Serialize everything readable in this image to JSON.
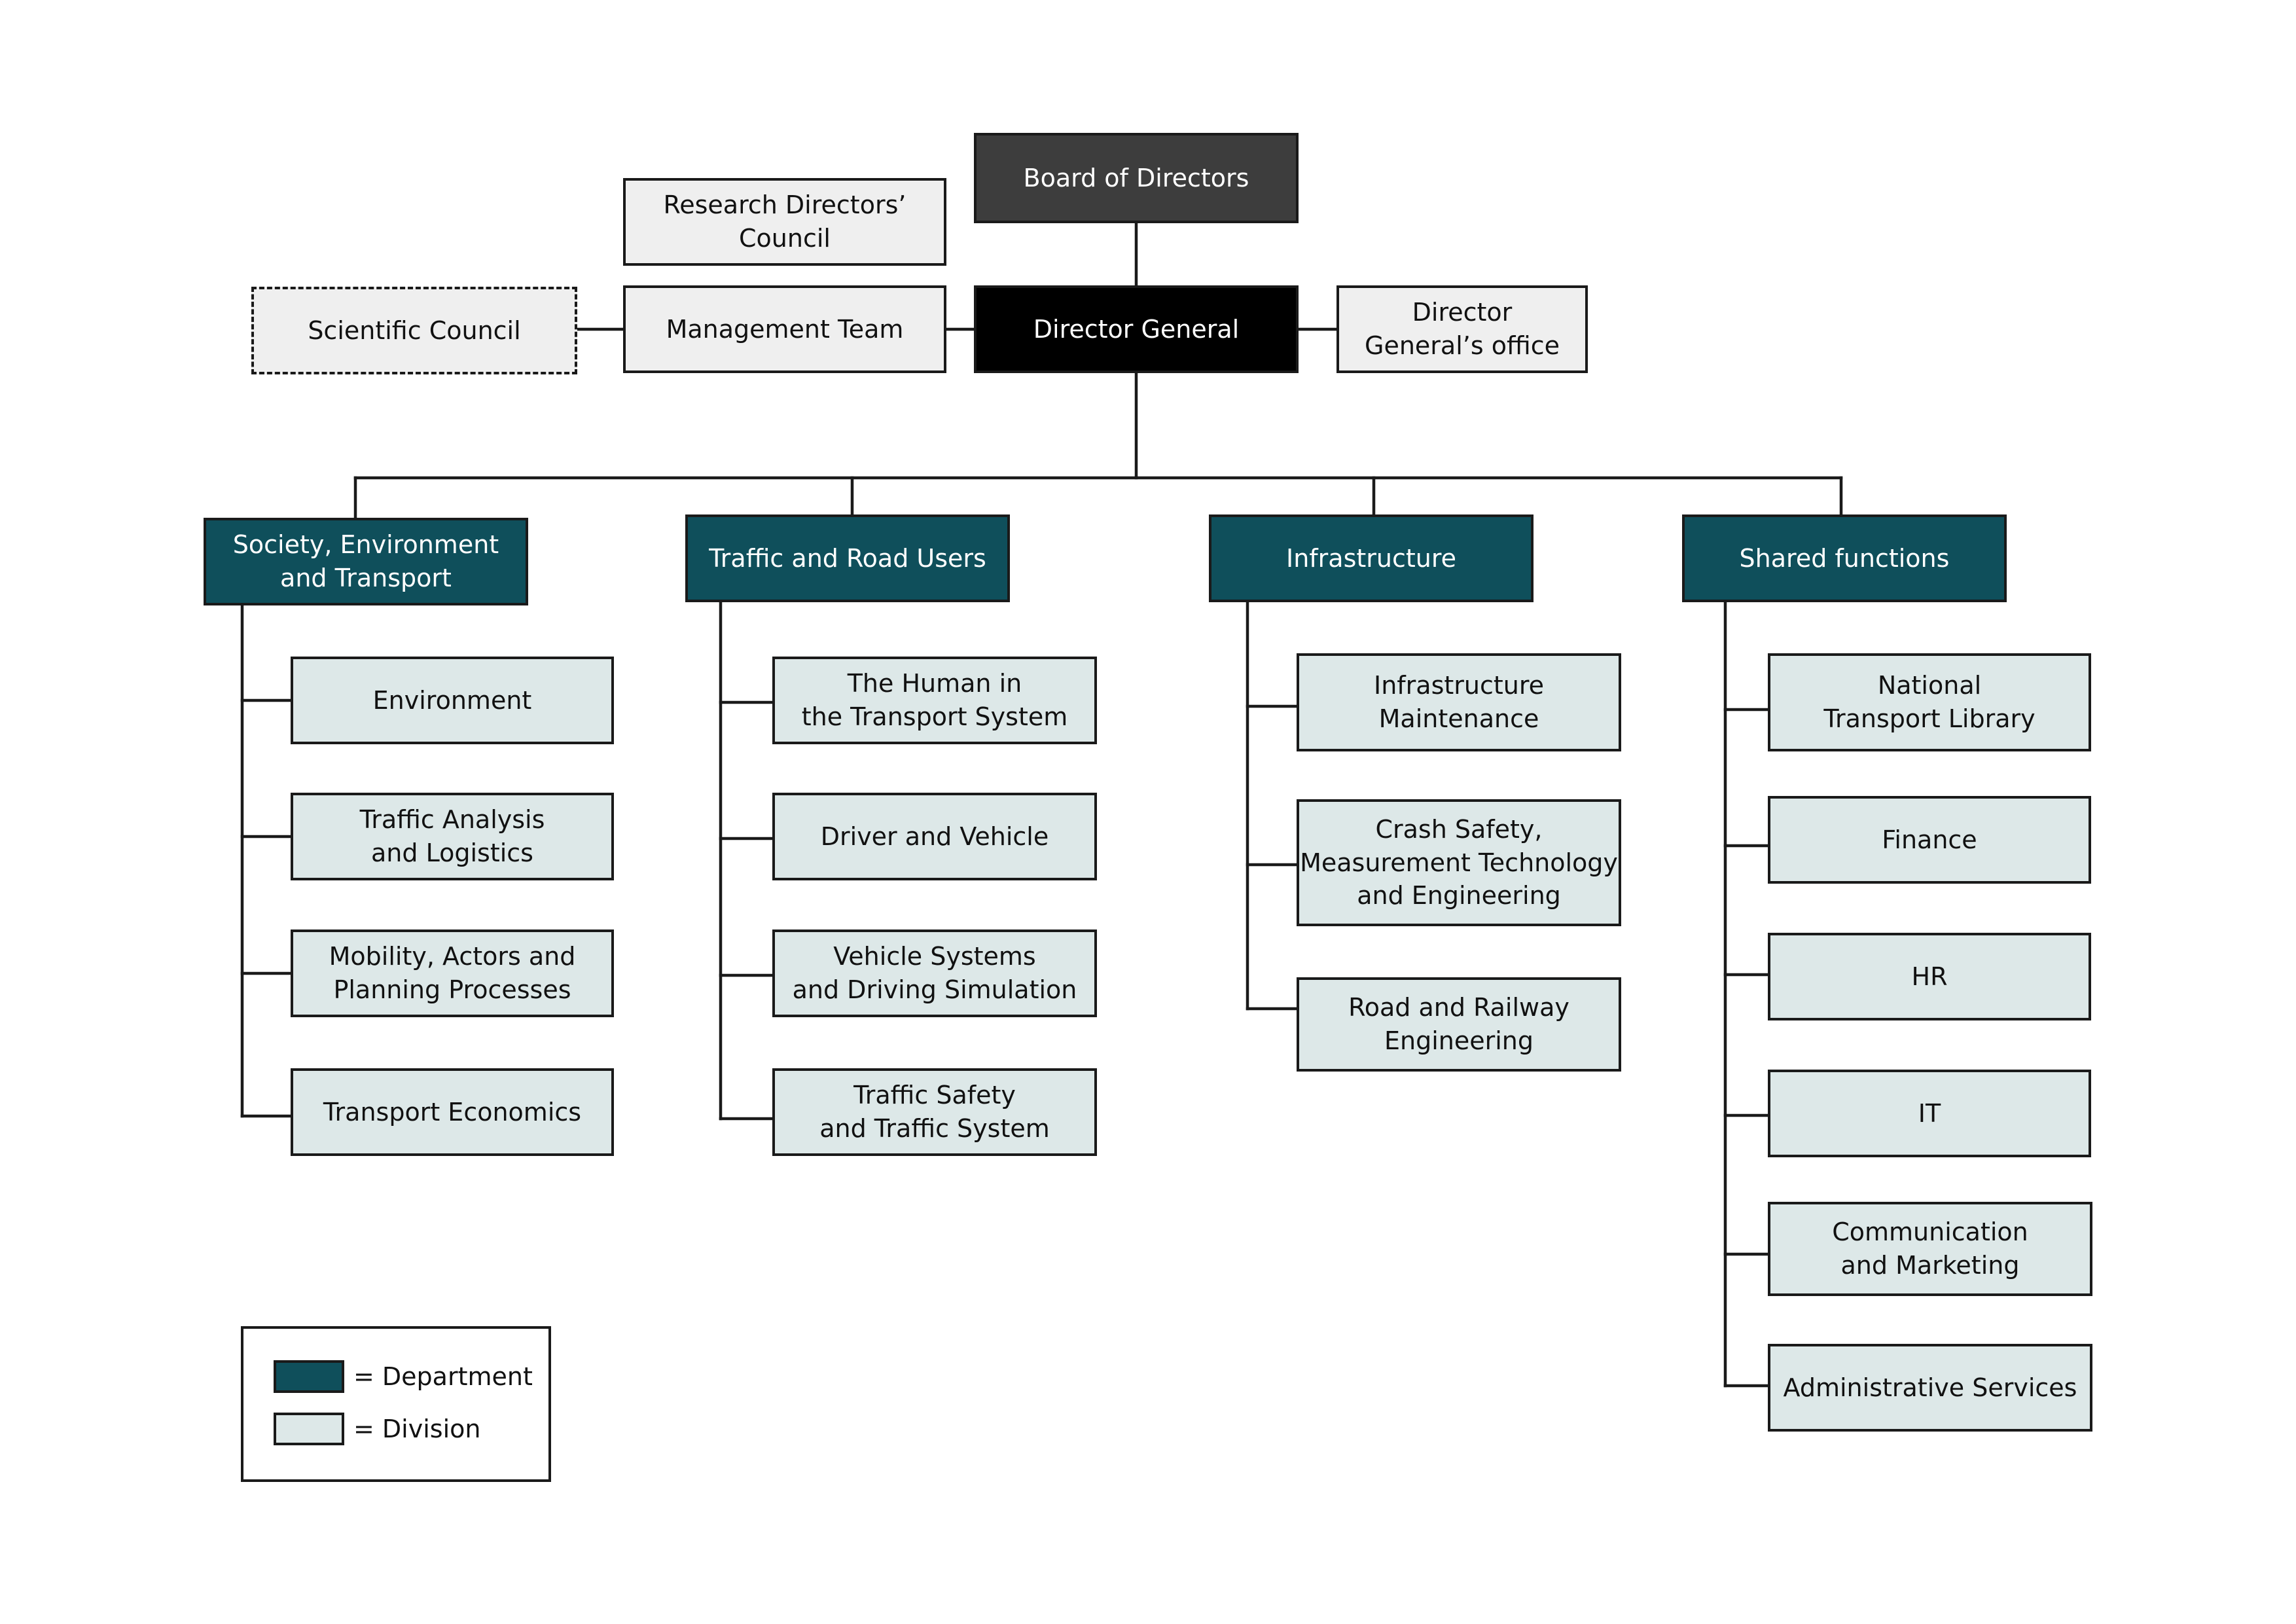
{
  "top": {
    "board": "Board of Directors",
    "research_council": "Research Directors’\nCouncil",
    "scientific_council": "Scientific Council",
    "management_team": "Management Team",
    "director_general": "Director General",
    "dg_office": "Director\nGeneral’s office"
  },
  "departments": [
    {
      "name": "Society, Environment\nand Transport",
      "divisions": [
        "Environment",
        "Traffic Analysis\nand Logistics",
        "Mobility, Actors and\nPlanning Processes",
        "Transport Economics"
      ]
    },
    {
      "name": "Traffic and Road Users",
      "divisions": [
        "The Human in\nthe Transport System",
        "Driver and Vehicle",
        "Vehicle Systems\nand Driving Simulation",
        "Traffic Safety\nand Traffic System"
      ]
    },
    {
      "name": "Infrastructure",
      "divisions": [
        "Infrastructure\nMaintenance",
        "Crash Safety,\nMeasurement Technology\nand Engineering",
        "Road and Railway\nEngineering"
      ]
    },
    {
      "name": "Shared functions",
      "divisions": [
        "National\nTransport Library",
        "Finance",
        "HR",
        "IT",
        "Communication\nand Marketing",
        "Administrative Services"
      ]
    }
  ],
  "legend": {
    "department": "= Department",
    "division": "= Division"
  },
  "colors": {
    "department": "#0f4f5b",
    "division": "#dde8e8",
    "board": "#3d3d3d",
    "director_general": "#000000",
    "auxiliary": "#efefef"
  }
}
